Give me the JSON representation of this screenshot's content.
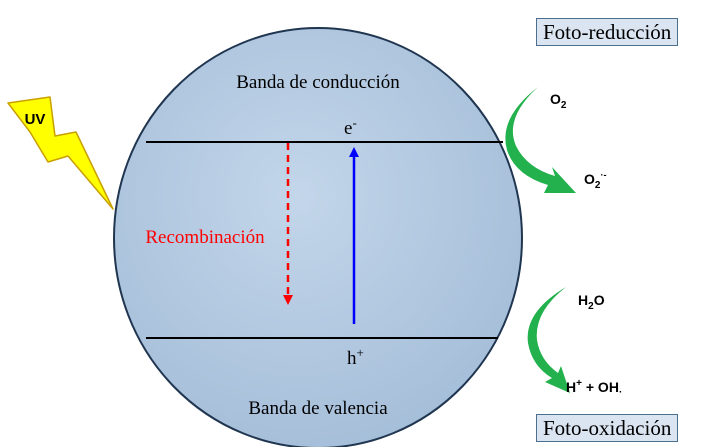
{
  "labels": {
    "photo_reduction": "Foto-reducción",
    "photo_oxidation": "Foto-oxidación",
    "conduction_band": "Banda de conducción",
    "valence_band": "Banda de valencia",
    "recombination": "Recombinación",
    "uv": "UV"
  },
  "species": {
    "electron": "e",
    "electron_sup": "-",
    "hole": "h",
    "hole_sup": "+",
    "o2_base": "O",
    "o2_sub": "2",
    "o2rad_base": "O",
    "o2rad_sub": "2",
    "o2rad_sup": "·-",
    "h2o_h": "H",
    "h2o_sub": "2",
    "h2o_o": "O",
    "hplus_h": "H",
    "hplus_sup": "+",
    "oh_text": " + OH",
    "oh_dot": "·"
  },
  "colors": {
    "sphere_fill": "#b7cde3",
    "sphere_stroke": "#1f3550",
    "electron_arrow": "#0000ff",
    "recombination": "#ff0000",
    "curved_arrows": "#22b14c",
    "uv_bolt": "#ffff00",
    "box_fill": "#dbe5f1"
  }
}
